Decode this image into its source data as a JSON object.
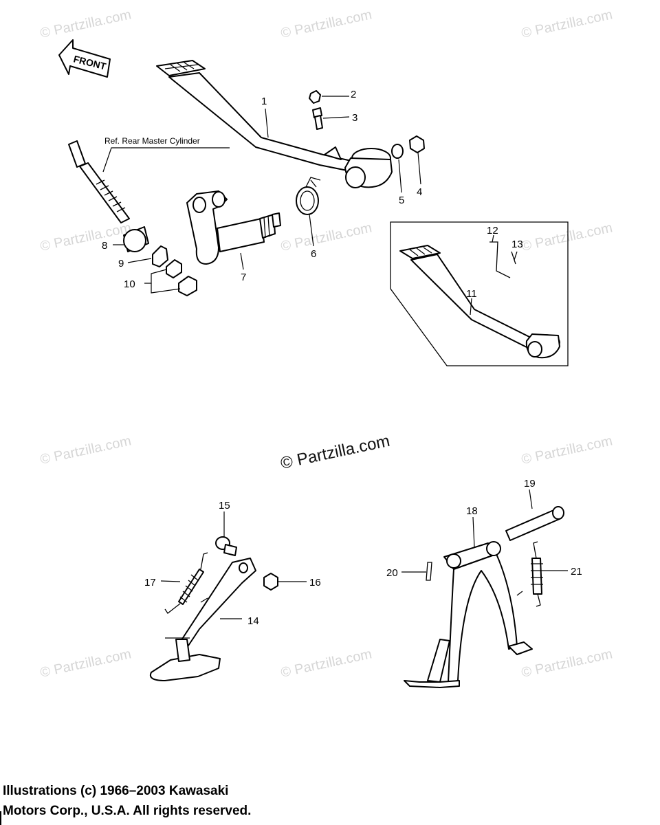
{
  "watermark": {
    "small_text": "© Partzilla.com",
    "main_text": "© Partzilla.com"
  },
  "front_label": "FRONT",
  "reference_label": "Ref. Rear Master Cylinder",
  "callouts": [
    "1",
    "2",
    "3",
    "4",
    "5",
    "6",
    "7",
    "8",
    "9",
    "10",
    "11",
    "12",
    "13",
    "14",
    "15",
    "16",
    "17",
    "18",
    "19",
    "20",
    "21"
  ],
  "copyright": {
    "line1": "Illustrations (c) 1966–2003 Kawasaki",
    "line2": "Motors Corp., U.S.A.  All rights reserved."
  }
}
